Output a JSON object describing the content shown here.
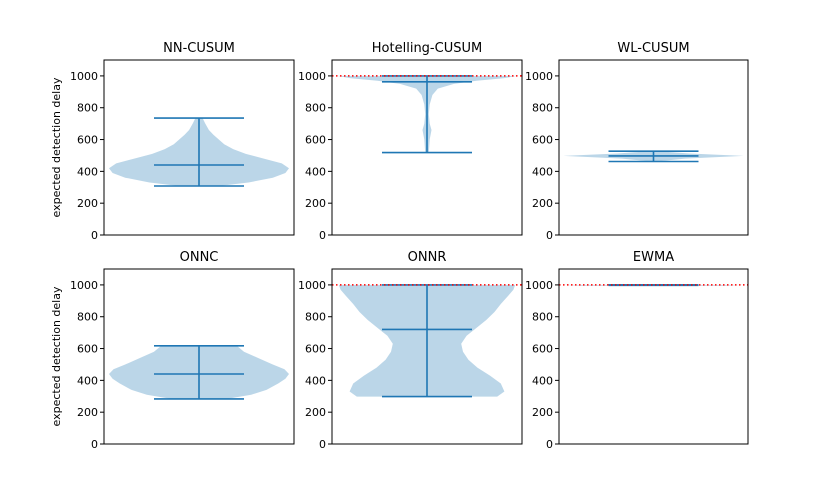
{
  "chart_data": [
    {
      "type": "violin",
      "title": "NN-CUSUM",
      "ylabel": "expected detection delay",
      "ylim": [
        0,
        1100
      ],
      "yticks": [
        "0",
        "200",
        "400",
        "600",
        "800",
        "1000"
      ],
      "min": 308,
      "median": 440,
      "max": 735,
      "profile": [
        [
          308,
          0.22
        ],
        [
          330,
          0.55
        ],
        [
          360,
          0.82
        ],
        [
          390,
          0.96
        ],
        [
          420,
          1.0
        ],
        [
          450,
          0.92
        ],
        [
          480,
          0.72
        ],
        [
          510,
          0.52
        ],
        [
          540,
          0.38
        ],
        [
          570,
          0.28
        ],
        [
          600,
          0.22
        ],
        [
          630,
          0.16
        ],
        [
          660,
          0.11
        ],
        [
          700,
          0.07
        ],
        [
          735,
          0.04
        ]
      ],
      "threshold": null
    },
    {
      "type": "violin",
      "title": "Hotelling-CUSUM",
      "ylabel": "",
      "ylim": [
        0,
        1100
      ],
      "yticks": [
        "0",
        "200",
        "400",
        "600",
        "800",
        "1000"
      ],
      "min": 518,
      "median": 963,
      "max": 1000,
      "profile": [
        [
          518,
          0.02
        ],
        [
          600,
          0.03
        ],
        [
          660,
          0.05
        ],
        [
          700,
          0.03
        ],
        [
          760,
          0.02
        ],
        [
          820,
          0.03
        ],
        [
          880,
          0.06
        ],
        [
          920,
          0.12
        ],
        [
          950,
          0.3
        ],
        [
          970,
          0.55
        ],
        [
          985,
          0.85
        ],
        [
          1000,
          1.0
        ]
      ],
      "threshold": 1000
    },
    {
      "type": "violin",
      "title": "WL-CUSUM",
      "ylabel": "",
      "ylim": [
        0,
        1100
      ],
      "yticks": [
        "0",
        "200",
        "400",
        "600",
        "800",
        "1000"
      ],
      "min": 462,
      "median": 497,
      "max": 527,
      "profile": [
        [
          462,
          0.03
        ],
        [
          480,
          0.35
        ],
        [
          497,
          1.0
        ],
        [
          512,
          0.4
        ],
        [
          527,
          0.05
        ]
      ],
      "threshold": null
    },
    {
      "type": "violin",
      "title": "ONNC",
      "ylabel": "expected detection delay",
      "ylim": [
        0,
        1100
      ],
      "yticks": [
        "0",
        "200",
        "400",
        "600",
        "800",
        "1000"
      ],
      "min": 283,
      "median": 440,
      "max": 617,
      "profile": [
        [
          283,
          0.3
        ],
        [
          310,
          0.58
        ],
        [
          340,
          0.75
        ],
        [
          380,
          0.88
        ],
        [
          410,
          0.96
        ],
        [
          440,
          1.0
        ],
        [
          470,
          0.95
        ],
        [
          500,
          0.82
        ],
        [
          540,
          0.66
        ],
        [
          580,
          0.5
        ],
        [
          617,
          0.42
        ]
      ],
      "threshold": null
    },
    {
      "type": "violin",
      "title": "ONNR",
      "ylabel": "",
      "ylim": [
        0,
        1100
      ],
      "yticks": [
        "0",
        "200",
        "400",
        "600",
        "800",
        "1000"
      ],
      "min": 298,
      "median": 720,
      "max": 1000,
      "profile": [
        [
          298,
          0.78
        ],
        [
          330,
          0.86
        ],
        [
          380,
          0.82
        ],
        [
          430,
          0.7
        ],
        [
          480,
          0.56
        ],
        [
          530,
          0.46
        ],
        [
          580,
          0.4
        ],
        [
          630,
          0.38
        ],
        [
          680,
          0.44
        ],
        [
          730,
          0.55
        ],
        [
          780,
          0.66
        ],
        [
          830,
          0.75
        ],
        [
          880,
          0.82
        ],
        [
          930,
          0.9
        ],
        [
          970,
          0.96
        ],
        [
          1000,
          0.98
        ]
      ],
      "threshold": 1000
    },
    {
      "type": "violin",
      "title": "EWMA",
      "ylabel": "",
      "ylim": [
        0,
        1100
      ],
      "yticks": [
        "0",
        "200",
        "400",
        "600",
        "800",
        "1000"
      ],
      "min": 997,
      "median": 1000,
      "max": 1000,
      "profile": [
        [
          995,
          0.8
        ],
        [
          1000,
          1.0
        ]
      ],
      "threshold": 1000
    }
  ],
  "colors": {
    "violin_fill": "#1f77b4",
    "violin_stats": "#1f77b4",
    "threshold_line": "#ff0000",
    "axes": "#000000"
  }
}
